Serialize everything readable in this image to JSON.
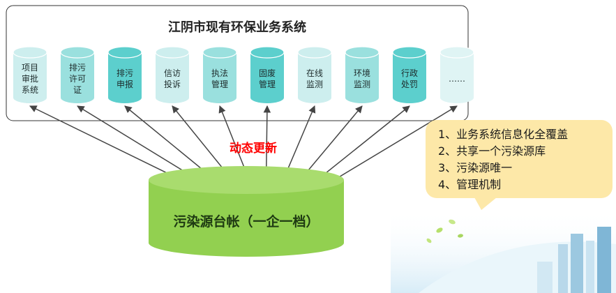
{
  "system_box": {
    "title": "江阴市现有环保业务系统"
  },
  "systems": [
    {
      "lines": [
        "项目",
        "审批",
        "系统"
      ],
      "tone": "light"
    },
    {
      "lines": [
        "排污",
        "许可",
        "证"
      ],
      "tone": "mid"
    },
    {
      "lines": [
        "排污",
        "申报"
      ],
      "tone": "dark"
    },
    {
      "lines": [
        "信访",
        "投诉"
      ],
      "tone": "light"
    },
    {
      "lines": [
        "执法",
        "管理"
      ],
      "tone": "mid"
    },
    {
      "lines": [
        "固废",
        "管理"
      ],
      "tone": "dark"
    },
    {
      "lines": [
        "在线",
        "监测"
      ],
      "tone": "light"
    },
    {
      "lines": [
        "环境",
        "监测"
      ],
      "tone": "mid"
    },
    {
      "lines": [
        "行政",
        "处罚"
      ],
      "tone": "dark"
    },
    {
      "lines": [
        "……"
      ],
      "tone": "pale"
    }
  ],
  "dynamic_label": "动态更新",
  "database": {
    "label": "污染源台帐（一企一档）"
  },
  "notes": [
    "1、业务系统信息化全覆盖",
    "2、共享一个污染源库",
    "3、污染源唯一",
    "4、管理机制"
  ],
  "colors": {
    "light": "#cdeeee",
    "mid": "#9ae0de",
    "dark": "#5ccfcd",
    "pale": "#dff4f4",
    "db_body": "#92d050",
    "db_top": "#a9dc6e",
    "accent_red": "#ff0000"
  }
}
